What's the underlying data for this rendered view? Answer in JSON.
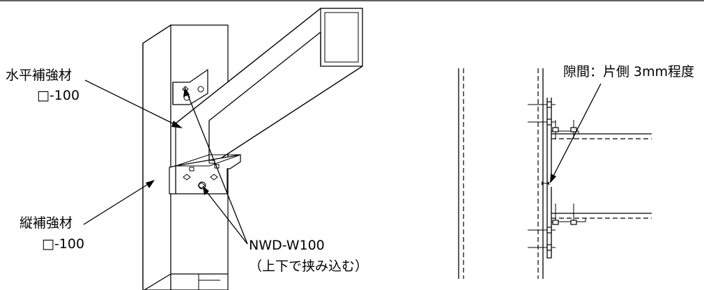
{
  "labels": {
    "horizontal_member": "水平補強材",
    "horizontal_size": "□-100",
    "vertical_member": "縦補強材",
    "vertical_size": "□-100",
    "connector": "NWD-W100",
    "connector_note": "（上下で挟み込む）",
    "gap_note": "隙間：片側 3mm程度"
  },
  "colors": {
    "line": "#000000",
    "background": "#ffffff"
  }
}
